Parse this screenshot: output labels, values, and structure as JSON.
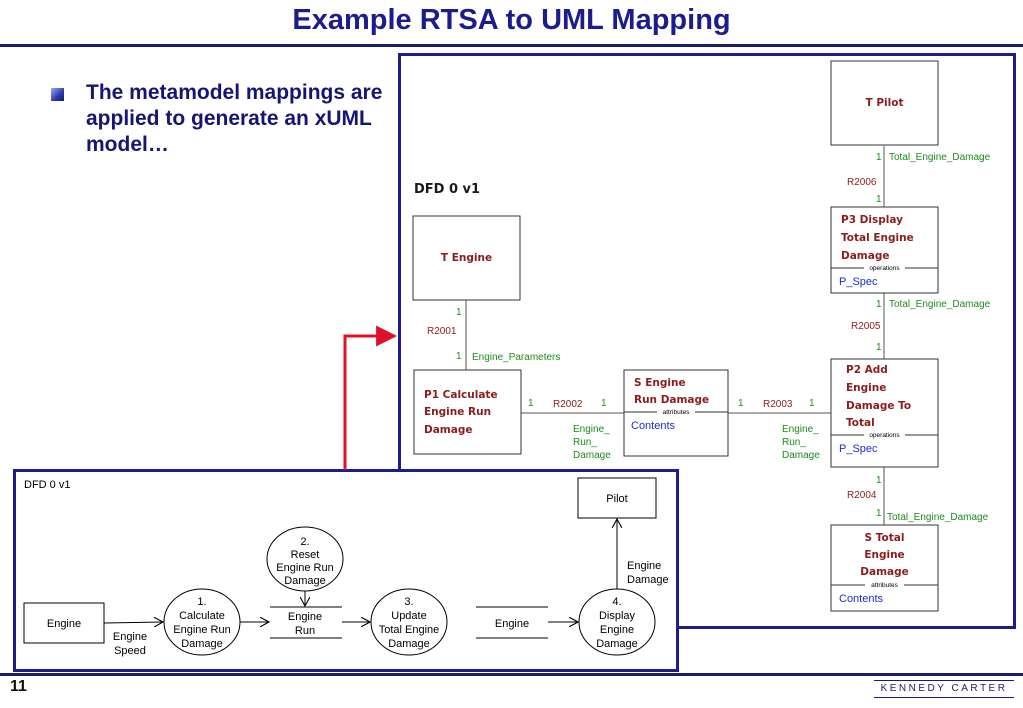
{
  "slide": {
    "title": "Example RTSA to UML Mapping",
    "bullet": "The metamodel mappings are applied to generate an xUML model…",
    "page_number": "11",
    "logo": "KENNEDY CARTER"
  },
  "colors": {
    "title": "#1c1c8c",
    "frame_border": "#1c1c8c",
    "class_name": "#8b1c1c",
    "association_label": "#1d8a1d",
    "operation_text": "#1a2ed0",
    "arrow": "#e0102a"
  },
  "uml": {
    "diagram_label": "DFD 0 v1",
    "classes": {
      "t_pilot": {
        "name": [
          "T Pilot"
        ]
      },
      "t_engine": {
        "name": [
          "T Engine"
        ]
      },
      "p3": {
        "name": [
          "P3 Display",
          "Total Engine",
          "Damage"
        ],
        "compartment": "operations",
        "content": "P_Spec"
      },
      "p1": {
        "name": [
          "P1 Calculate",
          "Engine Run",
          "Damage"
        ]
      },
      "s_engine": {
        "name": [
          "S Engine",
          "Run Damage"
        ],
        "compartment": "attributes",
        "content": "Contents"
      },
      "p2": {
        "name": [
          "P2 Add",
          "Engine",
          "Damage To",
          "Total"
        ],
        "compartment": "operations",
        "content": "P_Spec"
      },
      "s_total": {
        "name": [
          "S Total",
          "Engine",
          "Damage"
        ],
        "compartment": "attributes",
        "content": "Contents"
      }
    },
    "associations": {
      "r2006": {
        "id": "R2006",
        "mult_top": "1",
        "mult_bottom": "1",
        "role": "Total_Engine_Damage"
      },
      "r2005": {
        "id": "R2005",
        "mult_top": "1",
        "mult_bottom": "1",
        "role": "Total_Engine_Damage"
      },
      "r2004": {
        "id": "R2004",
        "mult_top": "1",
        "mult_bottom": "1",
        "role": "Total_Engine_Damage"
      },
      "r2001": {
        "id": "R2001",
        "mult_top": "1",
        "mult_bottom": "1",
        "role": "Engine_Parameters"
      },
      "r2002": {
        "id": "R2002",
        "mult_left": "1",
        "mult_right": "1",
        "role": [
          "Engine_",
          "Run_",
          "Damage"
        ]
      },
      "r2003": {
        "id": "R2003",
        "mult_left": "1",
        "mult_right": "1",
        "role": [
          "Engine_",
          "Run_",
          "Damage"
        ]
      }
    }
  },
  "dfd": {
    "label": "DFD 0 v1",
    "terminators": {
      "engine": "Engine",
      "pilot": "Pilot"
    },
    "processes": {
      "p1": [
        "1.",
        "Calculate",
        "Engine Run",
        "Damage"
      ],
      "p2": [
        "2.",
        "Reset",
        "Engine Run",
        "Damage"
      ],
      "p3": [
        "3.",
        "Update",
        "Total Engine",
        "Damage"
      ],
      "p4": [
        "4.",
        "Display",
        "Engine",
        "Damage"
      ]
    },
    "stores": {
      "s1": "Engine Run",
      "s2": "Engine"
    },
    "flows": {
      "engine_speed": [
        "Engine",
        "Speed"
      ],
      "engine_damage": [
        "Engine",
        "Damage"
      ]
    }
  }
}
